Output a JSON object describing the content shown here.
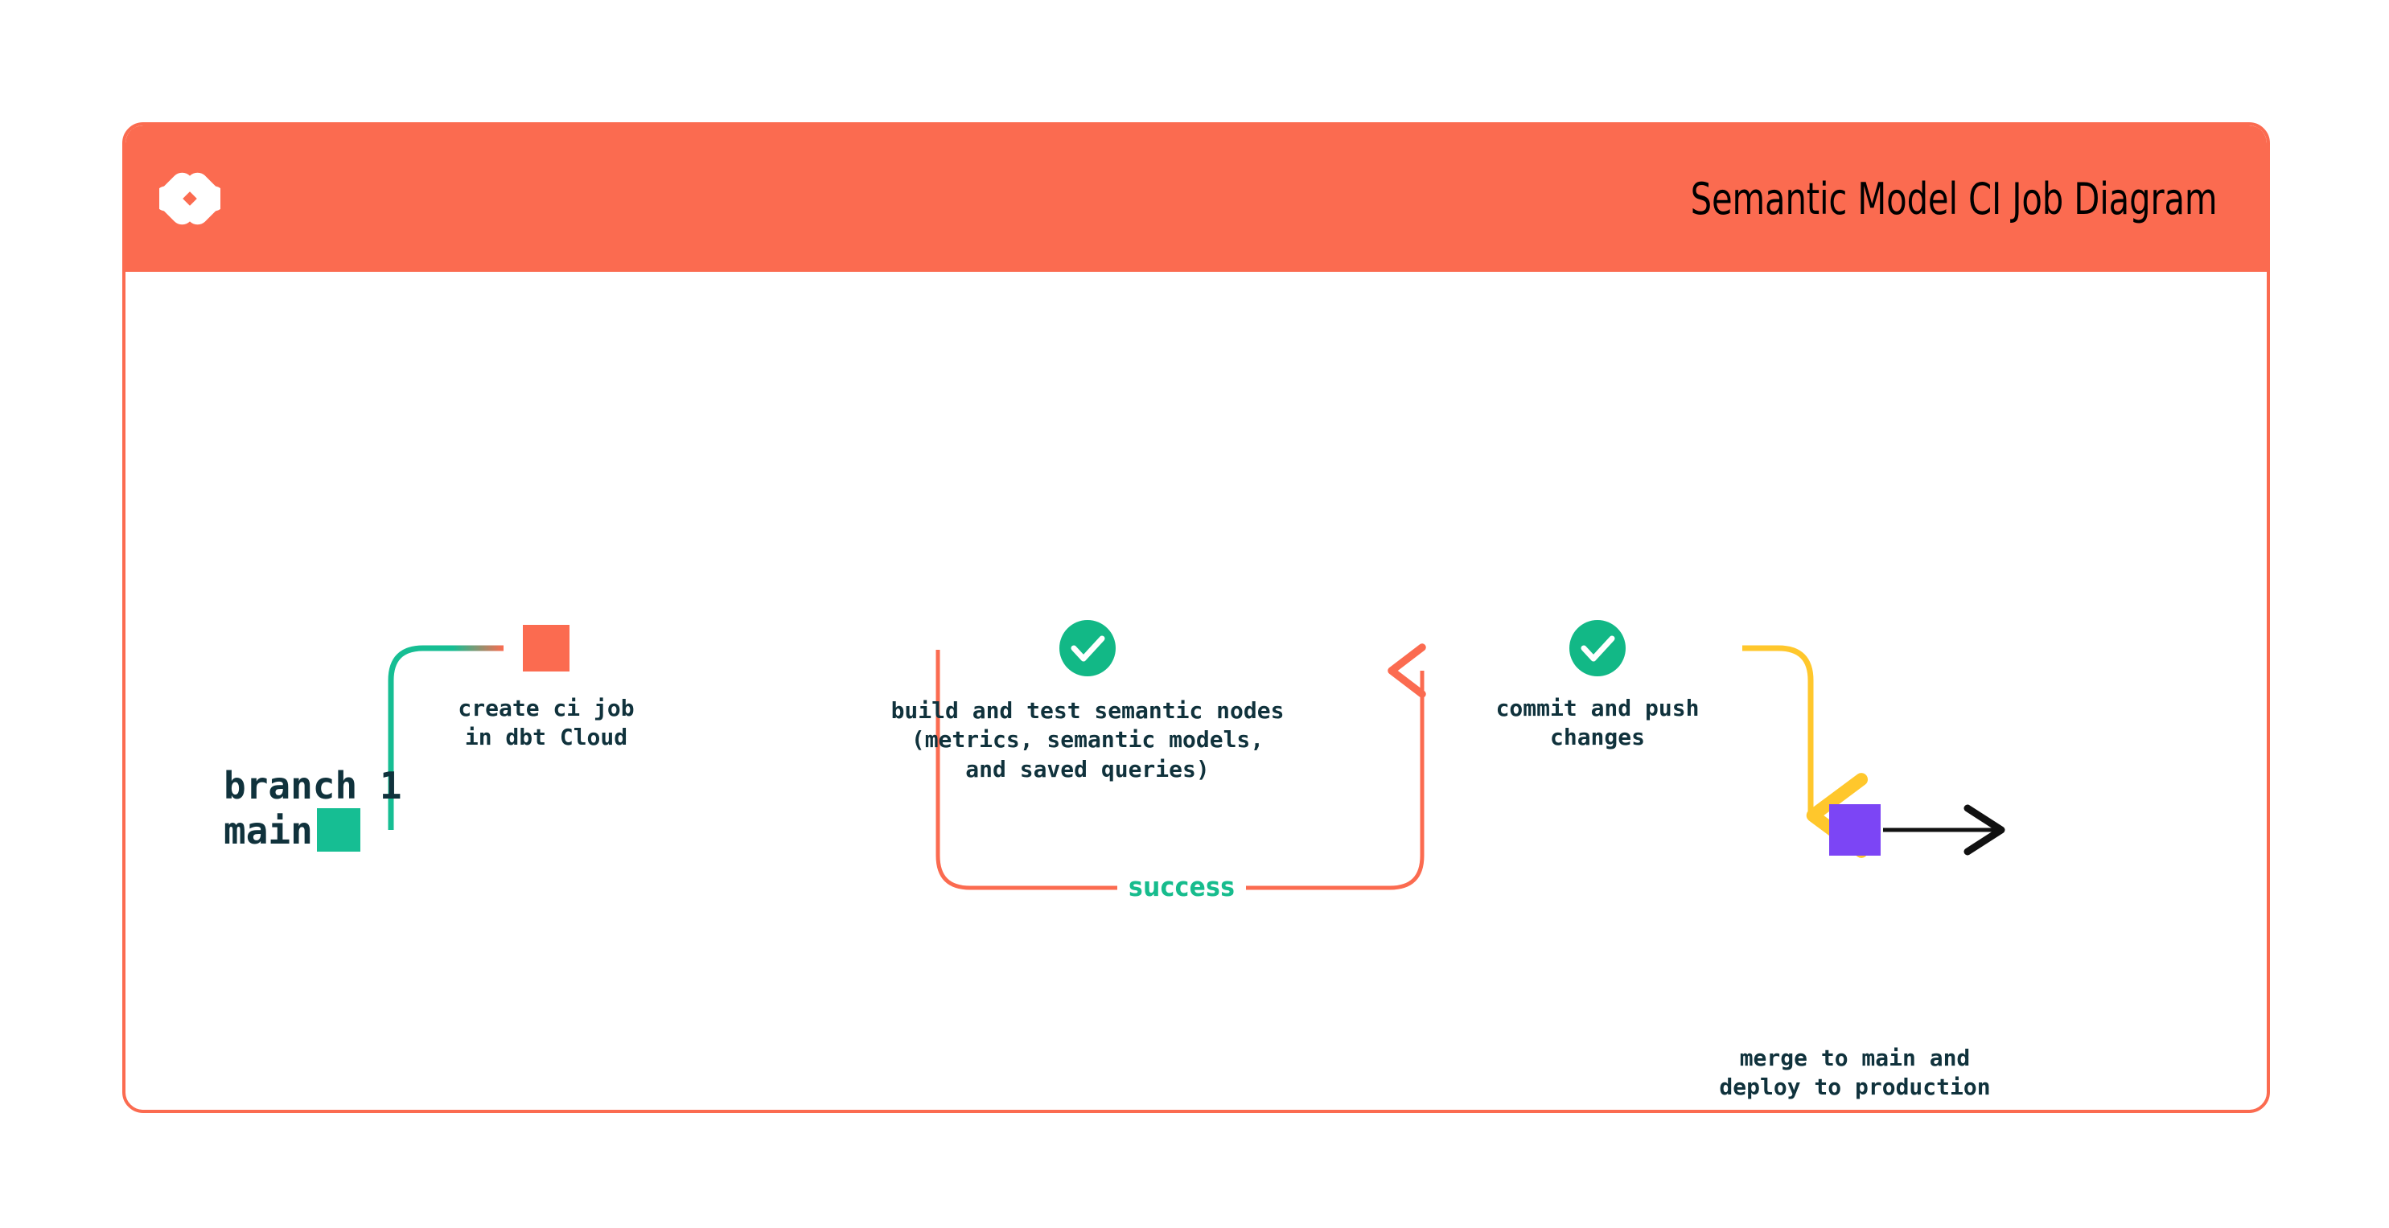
{
  "card": {
    "title": "Semantic Model CI Job Diagram",
    "logo_icon": "dbt-logo-icon",
    "header_color": "#FB6B50",
    "border_color": "#FB6B50"
  },
  "diagram": {
    "type": "git-branch-flow",
    "lanes": [
      {
        "id": "branch1",
        "label": "branch 1",
        "line_color": "#FB6B50"
      },
      {
        "id": "main",
        "label": "main",
        "line_color": "#16BE93"
      }
    ],
    "nodes": [
      {
        "id": "create-ci-job",
        "lane": "branch1",
        "marker": "square",
        "marker_color": "#FB6B50",
        "label": "create ci job\nin dbt Cloud"
      },
      {
        "id": "build-and-test",
        "lane": "branch1",
        "marker": "check-circle",
        "marker_color": "#12B886",
        "label": "build and test semantic nodes\n(metrics, semantic models,\nand saved queries)"
      },
      {
        "id": "commit-and-push",
        "lane": "branch1",
        "marker": "check-circle",
        "marker_color": "#12B886",
        "label": "commit and push\nchanges"
      },
      {
        "id": "merge-to-main",
        "lane": "main",
        "marker": "square",
        "marker_color": "#7C45F5",
        "label": "merge to main and\ndeploy to production"
      }
    ],
    "edges": [
      {
        "id": "branch-off",
        "from": "main",
        "to": "branch1",
        "color_from": "#16BE93",
        "color_to": "#FB6B50"
      },
      {
        "id": "success-loop",
        "label": "success",
        "label_color": "#17BC8D",
        "color": "#FB6B50",
        "arrow": "up"
      },
      {
        "id": "merge-down",
        "from": "branch1",
        "to": "main",
        "color": "#FFC72C",
        "arrow": "down"
      },
      {
        "id": "main-continues",
        "color": "#111111",
        "arrow": "right"
      }
    ],
    "colors": {
      "coral": "#FB6B50",
      "green": "#16BE93",
      "green_dark": "#12B886",
      "yellow": "#FFC72C",
      "purple": "#7C45F5",
      "text": "#10323C",
      "black": "#111111"
    }
  }
}
